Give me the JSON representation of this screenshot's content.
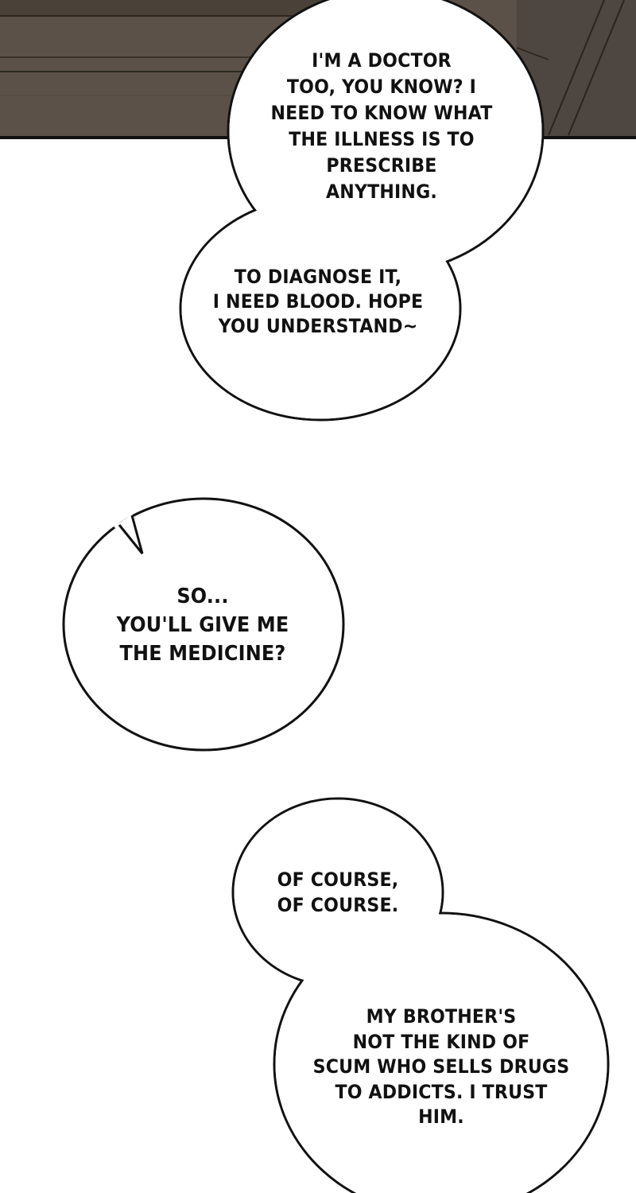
{
  "panel": {
    "background_color": "#ffffff",
    "top_strip_color": "#5b5148",
    "bubble_fill": "#ffffff",
    "bubble_stroke": "#111111"
  },
  "bubbles": [
    {
      "lines": [
        "I'M A DOCTOR",
        "TOO, YOU KNOW? I",
        "NEED TO KNOW WHAT",
        "THE ILLNESS IS TO",
        "PRESCRIBE",
        "ANYTHING."
      ]
    },
    {
      "lines": [
        "TO DIAGNOSE IT,",
        "I NEED BLOOD. HOPE",
        "YOU UNDERSTAND~"
      ]
    },
    {
      "lines": [
        "SO...",
        "YOU'LL GIVE ME",
        "THE MEDICINE?"
      ]
    },
    {
      "lines": [
        "OF COURSE,",
        "OF COURSE."
      ]
    },
    {
      "lines": [
        "MY BROTHER'S",
        "NOT THE KIND OF",
        "SCUM WHO SELLS DRUGS",
        "TO ADDICTS. I TRUST",
        "HIM."
      ]
    }
  ]
}
